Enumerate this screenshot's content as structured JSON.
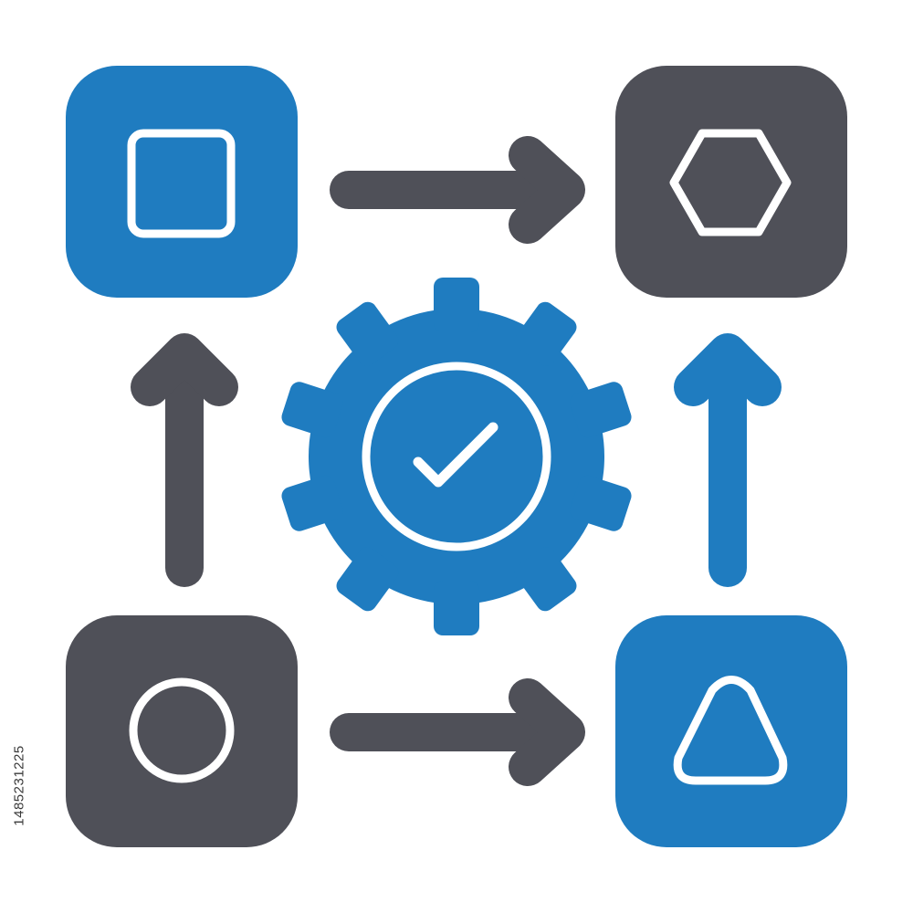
{
  "icon": {
    "name": "process-workflow-icon",
    "colors": {
      "primary": "#1f7cc0",
      "secondary": "#4f5058",
      "line": "#ffffff",
      "background": "#ffffff"
    },
    "nodes": [
      {
        "id": "top-left",
        "shape": "square-icon",
        "fill": "primary"
      },
      {
        "id": "top-right",
        "shape": "hexagon-icon",
        "fill": "secondary"
      },
      {
        "id": "bottom-left",
        "shape": "circle-icon",
        "fill": "secondary"
      },
      {
        "id": "bottom-right",
        "shape": "triangle-icon",
        "fill": "primary"
      }
    ],
    "center": {
      "shape": "gear-icon",
      "badge": "checkmark-icon",
      "fill": "primary"
    },
    "arrows": [
      {
        "from": "top-left",
        "to": "top-right",
        "fill": "secondary"
      },
      {
        "from": "bottom-left",
        "to": "bottom-right",
        "fill": "secondary"
      },
      {
        "from": "bottom-left",
        "to": "top-left",
        "fill": "secondary"
      },
      {
        "from": "bottom-right",
        "to": "top-right",
        "fill": "primary"
      }
    ]
  },
  "watermark": {
    "stock_id": "1485231225"
  }
}
